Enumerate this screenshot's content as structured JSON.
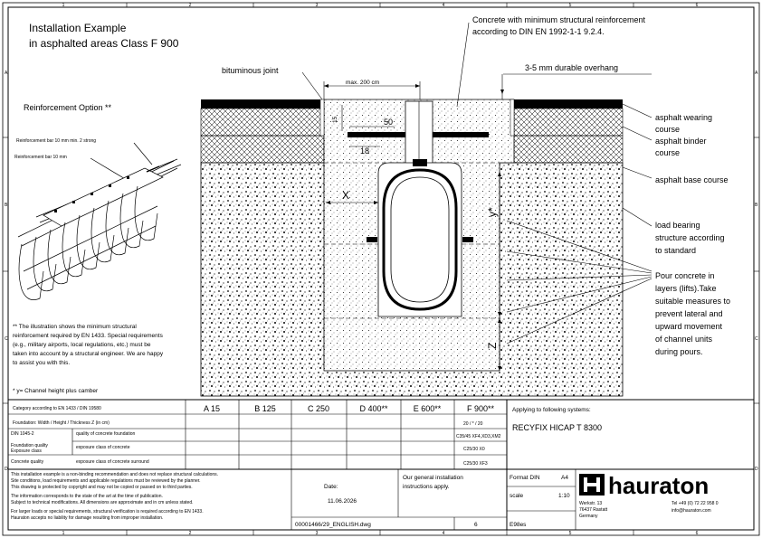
{
  "grid": {
    "columns": [
      "1",
      "2",
      "3",
      "4",
      "5",
      "6"
    ],
    "rows": [
      "A",
      "B",
      "C",
      "D"
    ]
  },
  "title": {
    "line1": "Installation Example",
    "line2": "in asphalted areas Class F 900"
  },
  "reinforcement_option": "Reinforcement Option **",
  "reinforcement_labels": {
    "bar_top": "Reinforcement bar 10 mm min. 2 strong",
    "bar_lower": "Reinforcement bar 10 mm"
  },
  "note_lines": [
    "** The illustration shows the minimum structural",
    "reinforcement required by EN 1433. Special requirements",
    "(e.g., military airports, local regulations, etc.) must be",
    "taken into account by a structural engineer. We are happy",
    "to assist you with this."
  ],
  "footnote": "* y= Channel height plus camber",
  "callouts": {
    "concrete_line1": "Concrete with minimum structural reinforcement",
    "concrete_line2": "according to DIN EN 1992-1-1 9.2.4.",
    "bituminous_joint": "bituminous joint",
    "overhang": "3-5 mm durable overhang",
    "wearing_line1": "asphalt wearing",
    "wearing_line2": "course",
    "binder_line1": "asphalt binder",
    "binder_line2": "course",
    "base": "asphalt base course",
    "load_line1": "load bearing",
    "load_line2": "structure according",
    "load_line3": "to standard",
    "pour_lines": [
      "Pour concrete in",
      "layers (lifts).Take",
      "suitable measures to",
      "prevent lateral and",
      "upward movement",
      "of channel units",
      "during pours."
    ]
  },
  "dimensions": {
    "max_width": "max. 200 cm",
    "d15": "15",
    "d50": "50",
    "d18": "18",
    "x": "X",
    "y": "y*",
    "z": "Z"
  },
  "table": {
    "header_label": "Category according to EN 1433 / DIN 19580",
    "classes": [
      "A 15",
      "B 125",
      "C 250",
      "D 400**",
      "E 600**",
      "F 900**"
    ],
    "row_foundation": "Foundation: Width / Height / Thickness Z (in cm)",
    "foundation_value": "20 / * / 20",
    "row_strength_group": "Foundation quality",
    "row_strength_sub": "DIN 1045-2",
    "row_strength_class": "quality of concrete foundation",
    "strength_value": "C35/45 XF4,XD3,XM2",
    "row_exposure_label": "Concrete quality",
    "row_exposure_sub": "Exposure class",
    "row_exposure_class": "exposure class of concrete",
    "exposure_value_1": "C25/30 X0",
    "row_exposure_class_2": "exposure class of concrete surround",
    "exposure_value_2": "C25/30 XF3",
    "applying_label": "Applying to following systems:",
    "system": "RECYFIX HICAP T 8300"
  },
  "disclaimer_lines": [
    "This installation example is a non-binding recommendation and does not replace structural calculations.",
    "Site conditions, load requirements and applicable regulations must be reviewed by the planner.",
    "This drawing is protected by copyright and may not be copied or passed on to third parties.",
    "The information corresponds to the state of the art at the time of publication.",
    "Subject to technical modifications. All dimensions are approximate and in cm unless stated.",
    "For larger loads or special requirements, structural verification is required according to EN 1433.",
    "Hauraton accepts no liability for damage resulting from improper installation."
  ],
  "footer": {
    "date_label": "Date:",
    "date": "11.06.2026",
    "general_line1": "Our general installation",
    "general_line2": "instructions apply.",
    "format_label": "Format DIN",
    "format": "A4",
    "scale_label": "scale",
    "scale": "1:10",
    "drawing_no": "00001466/29_ENGLISH.dwg",
    "page": "6",
    "rev": "E98es",
    "brand": "hauraton",
    "address_line1": "Werkstr. 13",
    "address_line2": "76437 Rastatt",
    "address_line3": "Germany",
    "phone": "Tel +49 (0) 72 22 958 0",
    "email": "info@hauraton.com"
  }
}
